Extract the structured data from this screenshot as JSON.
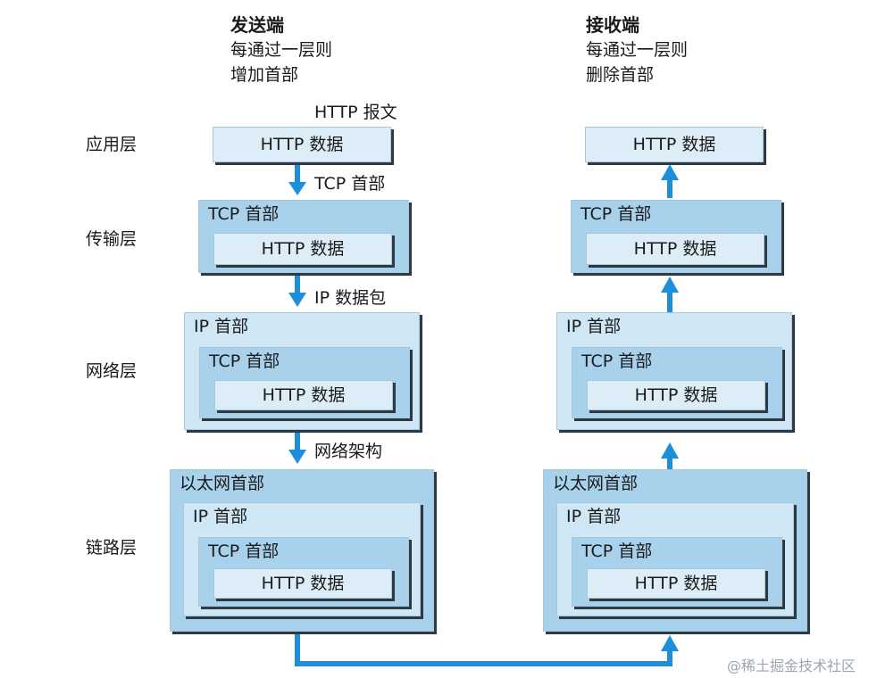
{
  "sender": {
    "title": "发送端",
    "line1": "每通过一层则",
    "line2": "增加首部"
  },
  "receiver": {
    "title": "接收端",
    "line1": "每通过一层则",
    "line2": "删除首部"
  },
  "layers": {
    "application": "应用层",
    "transport": "传输层",
    "network": "网络层",
    "link": "链路层"
  },
  "arrow_labels": {
    "http_message": "HTTP 报文",
    "tcp_header": "TCP 首部",
    "ip_packet": "IP 数据包",
    "network_frame": "网络架构"
  },
  "headers": {
    "ethernet": "以太网首部",
    "ip": "IP 首部",
    "tcp": "TCP 首部",
    "http_data": "HTTP 数据"
  },
  "watermark": "@稀土掘金技术社区",
  "colors": {
    "arrow": "#1b8fd9",
    "outer_box": "#a8d2ec",
    "mid_box": "#cfe6f5",
    "inner_box": "#ddedf8",
    "shadow": "#2d3a44"
  }
}
